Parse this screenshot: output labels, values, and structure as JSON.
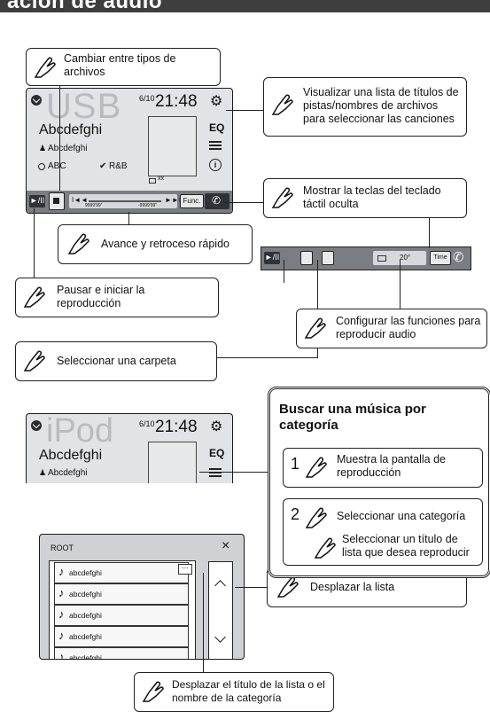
{
  "header": {
    "title": "ación de audio"
  },
  "usb_screen": {
    "source": "USB",
    "date": "6/10",
    "time": "21:48",
    "title": "Abcdefghi",
    "artist": "Abcdefghi",
    "album": "ABC",
    "genre": "R&B",
    "eq": "EQ",
    "elapsed": "9999'99\"",
    "remaining": "-9999'99\"",
    "func_label": "Func.",
    "repeat_label": "xx",
    "play_glyph": "►/II",
    "prev_glyph": "I◄◄",
    "next_glyph": "►►I"
  },
  "func_bar": {
    "play_glyph": "►/II",
    "time_label": "Time",
    "shuffle_label": "20°"
  },
  "ipod_screen": {
    "source": "iPod",
    "date": "6/10",
    "time": "21:48",
    "title": "Abcdefghi",
    "artist": "Abcdefghi",
    "eq": "EQ"
  },
  "list_screen": {
    "header": "ROOT",
    "close_glyph": "×",
    "items": [
      "abcdefghi",
      "abcdefghi",
      "abcdefghi",
      "abcdefghi",
      "abcdefghi"
    ],
    "more_glyph": "⋯"
  },
  "callouts": {
    "switch_file_type": "Cambiar entre tipos de archivos",
    "show_list": "Visualizar una lista de títulos de pistas/nombres de archivos para seleccionar las canciones",
    "show_keys": "Mostrar la teclas del teclado táctil oculta",
    "fast_forward": "Avance y retroceso rápido",
    "pause_play": "Pausar e iniciar la reproducción",
    "configure": "Configurar las funciones para reproducir audio",
    "select_folder": "Seleccionar una carpeta",
    "scroll_list": "Desplazar la lista",
    "scroll_title": "Desplazar el título de la lista o el nombre de la categoría"
  },
  "search_panel": {
    "title": "Buscar una música por categoría",
    "step1_num": "1",
    "step1_text": "Muestra la pantalla de reproducción",
    "step2_num": "2",
    "step2_text": "Seleccionar una categoría",
    "step2_sub": "Seleccionar un título de lista que desea reproducir"
  }
}
